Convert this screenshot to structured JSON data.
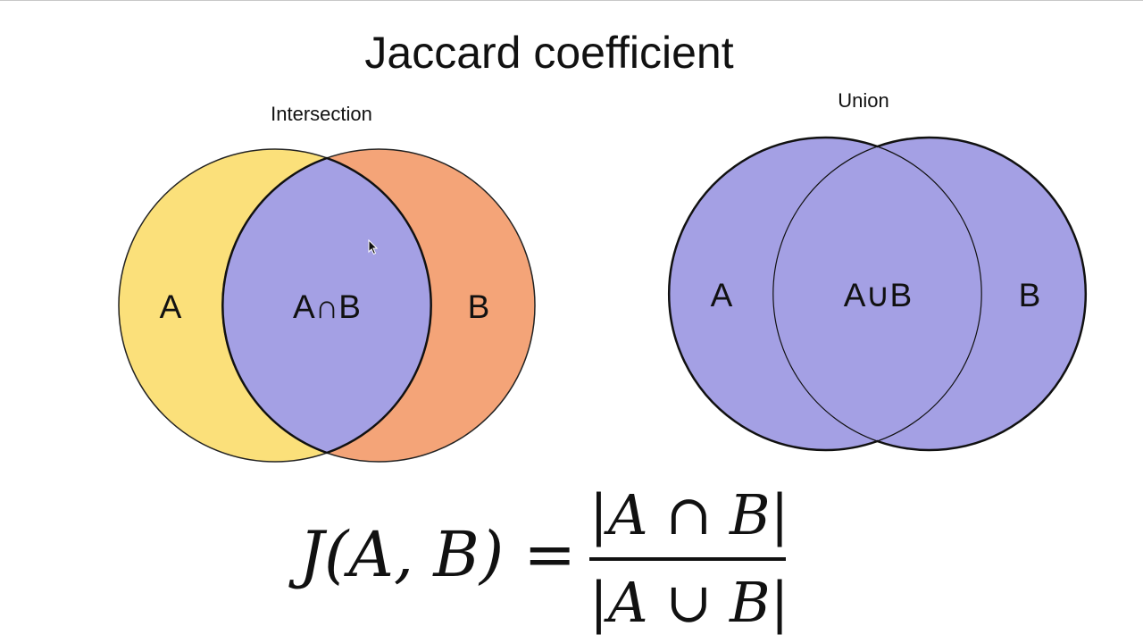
{
  "title": "Jaccard coefficient",
  "intersection_diagram": {
    "heading": "Intersection",
    "left_label": "A",
    "center_label": "A∩B",
    "right_label": "B",
    "colors": {
      "a": "#fbe07a",
      "b": "#f4a478",
      "overlap": "#a4a0e4"
    }
  },
  "union_diagram": {
    "heading": "Union",
    "left_label": "A",
    "center_label": "A∪B",
    "right_label": "B",
    "colors": {
      "fill": "#a4a0e4"
    }
  },
  "formula": {
    "lhs": "J(A, B) =",
    "numerator": "|A ∩ B|",
    "denominator": "|A ∪ B|"
  }
}
